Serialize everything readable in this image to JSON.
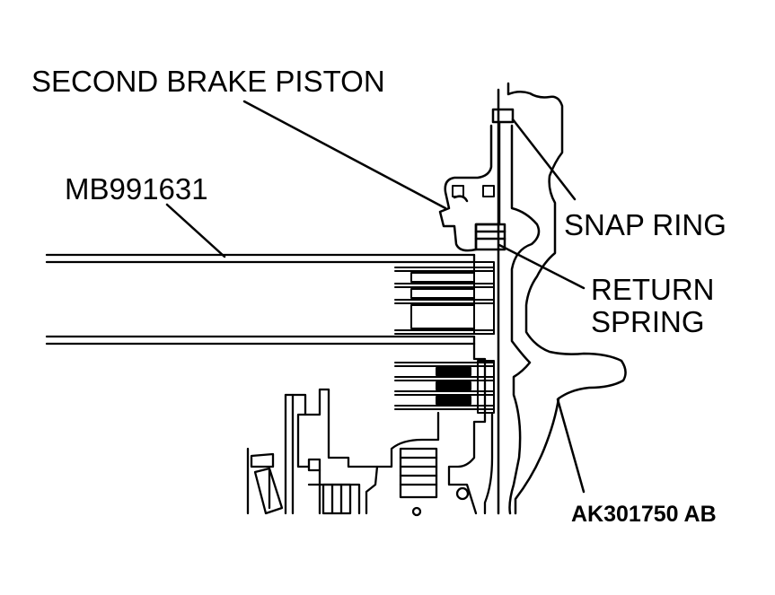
{
  "diagram": {
    "callouts": {
      "second_brake_piston": "SECOND BRAKE PISTON",
      "tool": "MB991631",
      "snap_ring": "SNAP RING",
      "return_spring_line1": "RETURN",
      "return_spring_line2": "SPRING"
    },
    "figure_id": "AK301750 AB",
    "colors": {
      "ink": "#000000",
      "background": "#ffffff"
    }
  }
}
